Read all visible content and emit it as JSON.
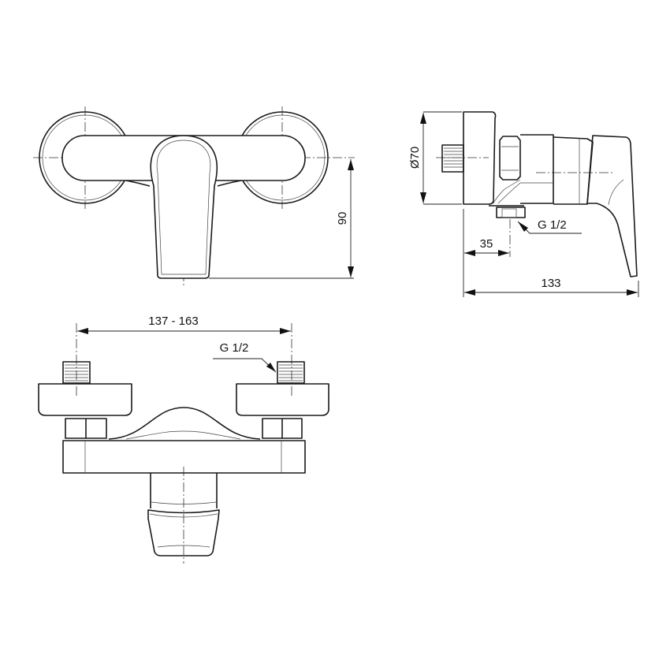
{
  "front_view": {
    "height_dim": "90"
  },
  "side_view": {
    "diameter_dim": "Ø70",
    "inlet_offset_dim": "35",
    "depth_dim": "133",
    "thread_label": "G 1/2"
  },
  "bottom_view": {
    "spacing_dim": "137 - 163",
    "thread_label": "G 1/2"
  },
  "colors": {
    "line": "#1a1a1a",
    "background": "#ffffff"
  }
}
